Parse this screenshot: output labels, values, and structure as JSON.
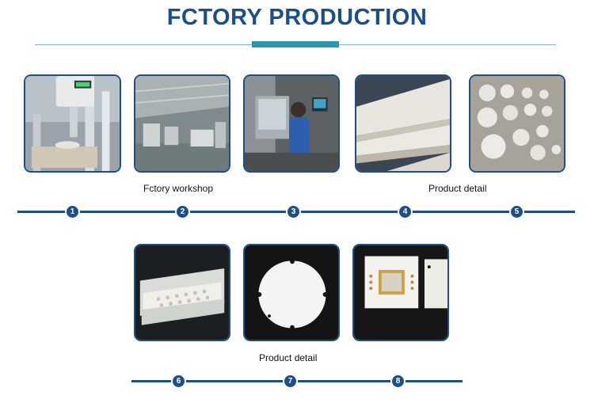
{
  "header": {
    "title": "FCTORY PRODUCTION"
  },
  "captions": {
    "row1_left": "Fctory workshop",
    "row1_right": "Product detail",
    "row2": "Product detail"
  },
  "steps": [
    "1",
    "2",
    "3",
    "4",
    "5",
    "6",
    "7",
    "8"
  ],
  "colors": {
    "title": "#1a4f88",
    "accent": "#2a99b0",
    "line": "#1d4f86"
  }
}
